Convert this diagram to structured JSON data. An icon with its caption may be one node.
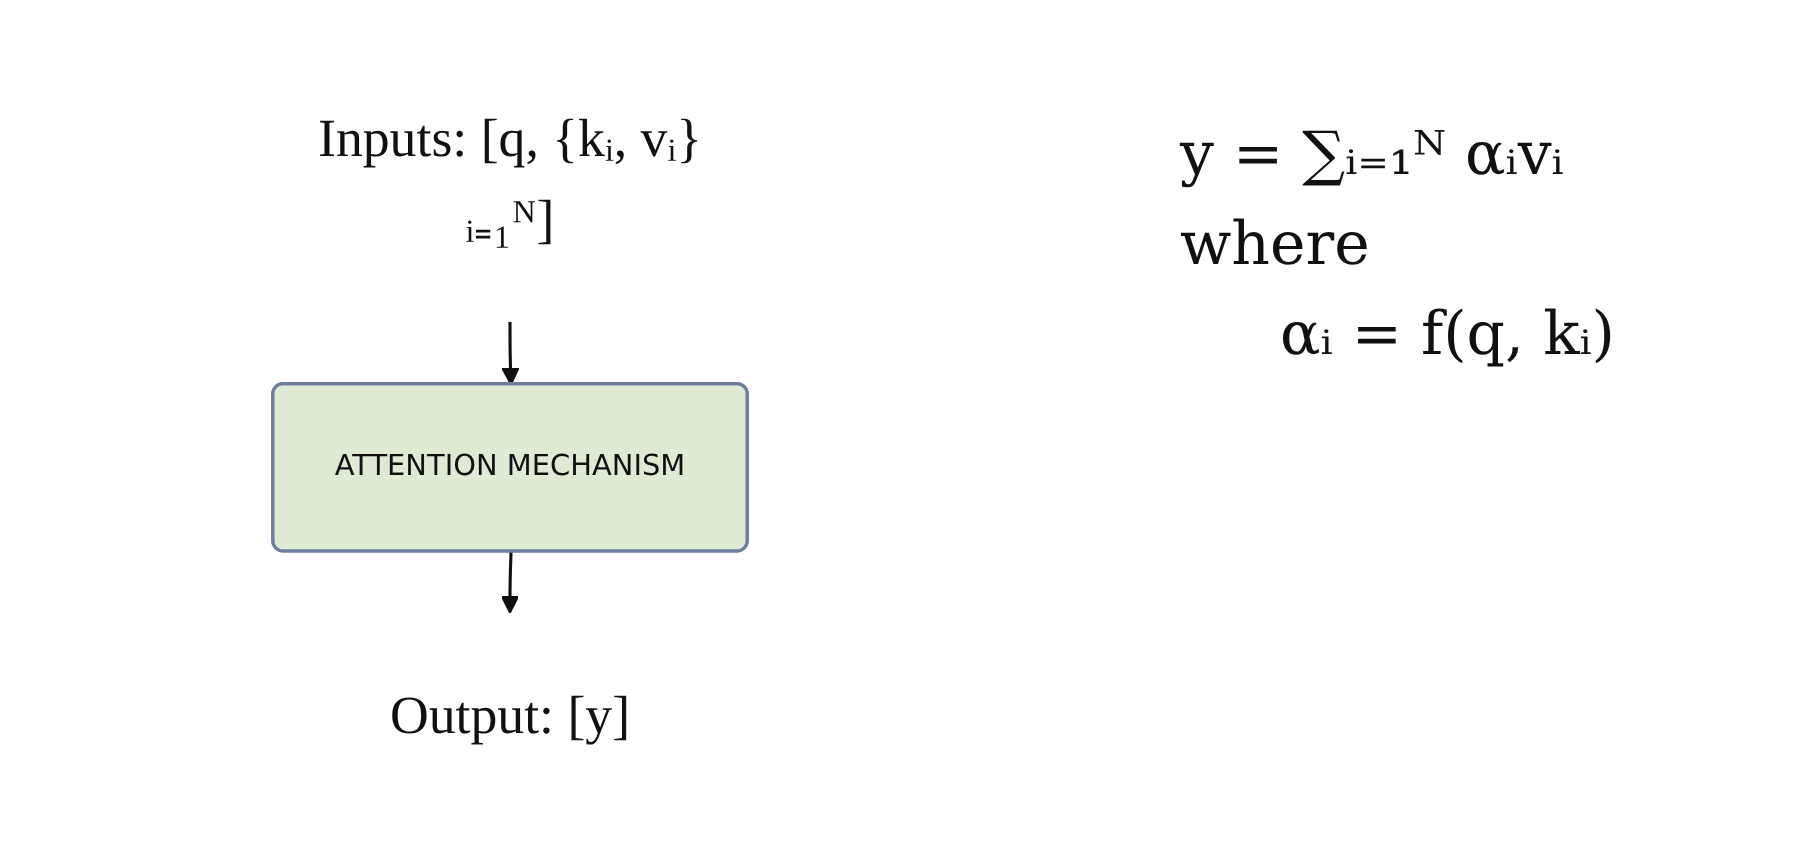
{
  "diagram": {
    "nodes": [
      {
        "text": [
          "Inputs: [q, {kᵢ, vᵢ}ᵢ₌₁ᴺ]"
        ]
      },
      {
        "text": [
          "ATTENTION MECHANISM"
        ]
      },
      {
        "text": [
          "Output: [y]"
        ]
      }
    ],
    "edges": [
      {
        "from": 0,
        "to": 1,
        "arrow": "to"
      },
      {
        "from": 1,
        "to": 2,
        "arrow": "to"
      }
    ],
    "labels": [
      "y = ∑ᵢ₌₁ᴺ αᵢvᵢ",
      "where",
      "αᵢ = f(q, kᵢ)"
    ]
  }
}
